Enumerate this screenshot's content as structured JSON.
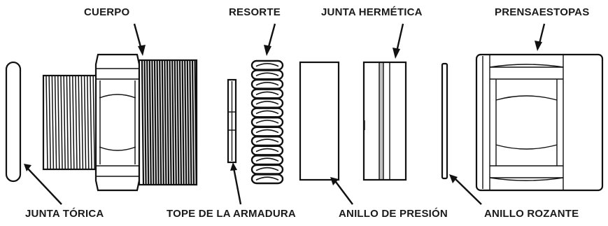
{
  "labels": {
    "cuerpo": "CUERPO",
    "resorte": "RESORTE",
    "junta_hermetica": "JUNTA HERMÉTICA",
    "prensaestopas": "PRENSAESTOPAS",
    "junta_torica": "JUNTA TÓRICA",
    "tope_armadura": "TOPE DE LA ARMADURA",
    "anillo_presion": "ANILLO DE PRESIÓN",
    "anillo_rozante": "ANILLO ROZANTE"
  },
  "colors": {
    "line": "#111111",
    "background": "#ffffff"
  }
}
